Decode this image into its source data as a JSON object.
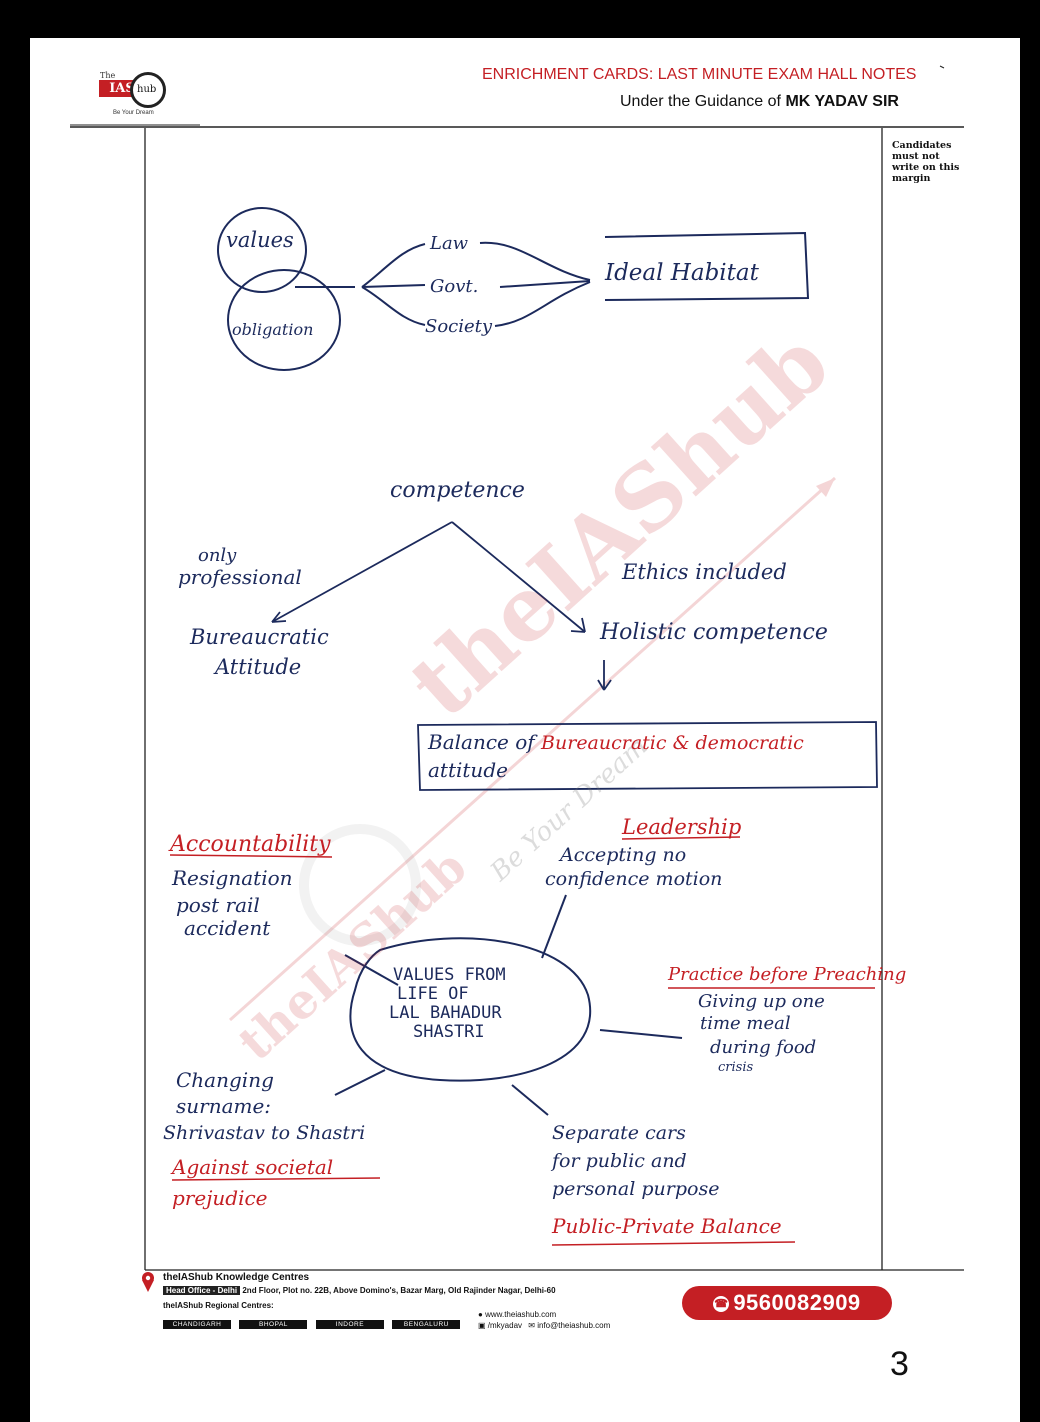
{
  "header": {
    "title": "ENRICHMENT CARDS: LAST MINUTE EXAM HALL NOTES",
    "guidance_prefix": "Under the Guidance of",
    "guidance_name": "MK YADAV SIR"
  },
  "logo": {
    "the": "The",
    "ias": "IAS",
    "hub": "hub",
    "tagline": "Be Your Dream"
  },
  "margin_note": "Candidates must not write on this margin",
  "diagram1": {
    "circle_top": "values",
    "circle_bottom": "obligation",
    "items": [
      "Law",
      "Govt.",
      "Society"
    ],
    "result": "Ideal Habitat"
  },
  "diagram2": {
    "root": "competence",
    "left_note": [
      "only",
      "professional"
    ],
    "left_result": [
      "Bureaucratic",
      "Attitude"
    ],
    "right_note": "Ethics included",
    "right_result": "Holistic competence",
    "box_line1_a": "Balance of",
    "box_line1_b": "Bureaucratic & democratic",
    "box_line2": "attitude"
  },
  "diagram3": {
    "center": [
      "VALUES FROM",
      "LIFE OF",
      "LAL BAHADUR",
      "SHASTRI"
    ],
    "tl_title": "Accountability",
    "tl_lines": [
      "Resignation",
      "post rail",
      "accident"
    ],
    "tr_title": "Leadership",
    "tr_lines": [
      "Accepting no",
      "confidence motion"
    ],
    "r_title": "Practice before Preaching",
    "r_lines": [
      "Giving up one",
      "time meal",
      "during food",
      "crisis"
    ],
    "bl_lines": [
      "Changing",
      "surname:",
      "Shrivastav to Shastri"
    ],
    "bl_red": [
      "Against societal",
      "prejudice"
    ],
    "br_lines": [
      "Separate cars",
      "for public and",
      "personal purpose"
    ],
    "br_red": "Public-Private Balance"
  },
  "watermark": {
    "main": "theIAShub",
    "tag": "Be Your Dream"
  },
  "footer": {
    "centres_title": "theIAShub Knowledge Centres",
    "head_office_label": "Head Office - Delhi",
    "head_office_address": "2nd Floor, Plot no. 22B, Above Domino's, Bazar Marg, Old Rajinder Nagar, Delhi-60",
    "regional_title": "theIAShub Regional Centres:",
    "regional": [
      "CHANDIGARH",
      "BHOPAL",
      "INDORE",
      "BENGALURU"
    ],
    "website": "www.theiashub.com",
    "social": "/mkyadav",
    "email": "info@theiashub.com",
    "phone": "9560082909"
  },
  "page_number": "3"
}
